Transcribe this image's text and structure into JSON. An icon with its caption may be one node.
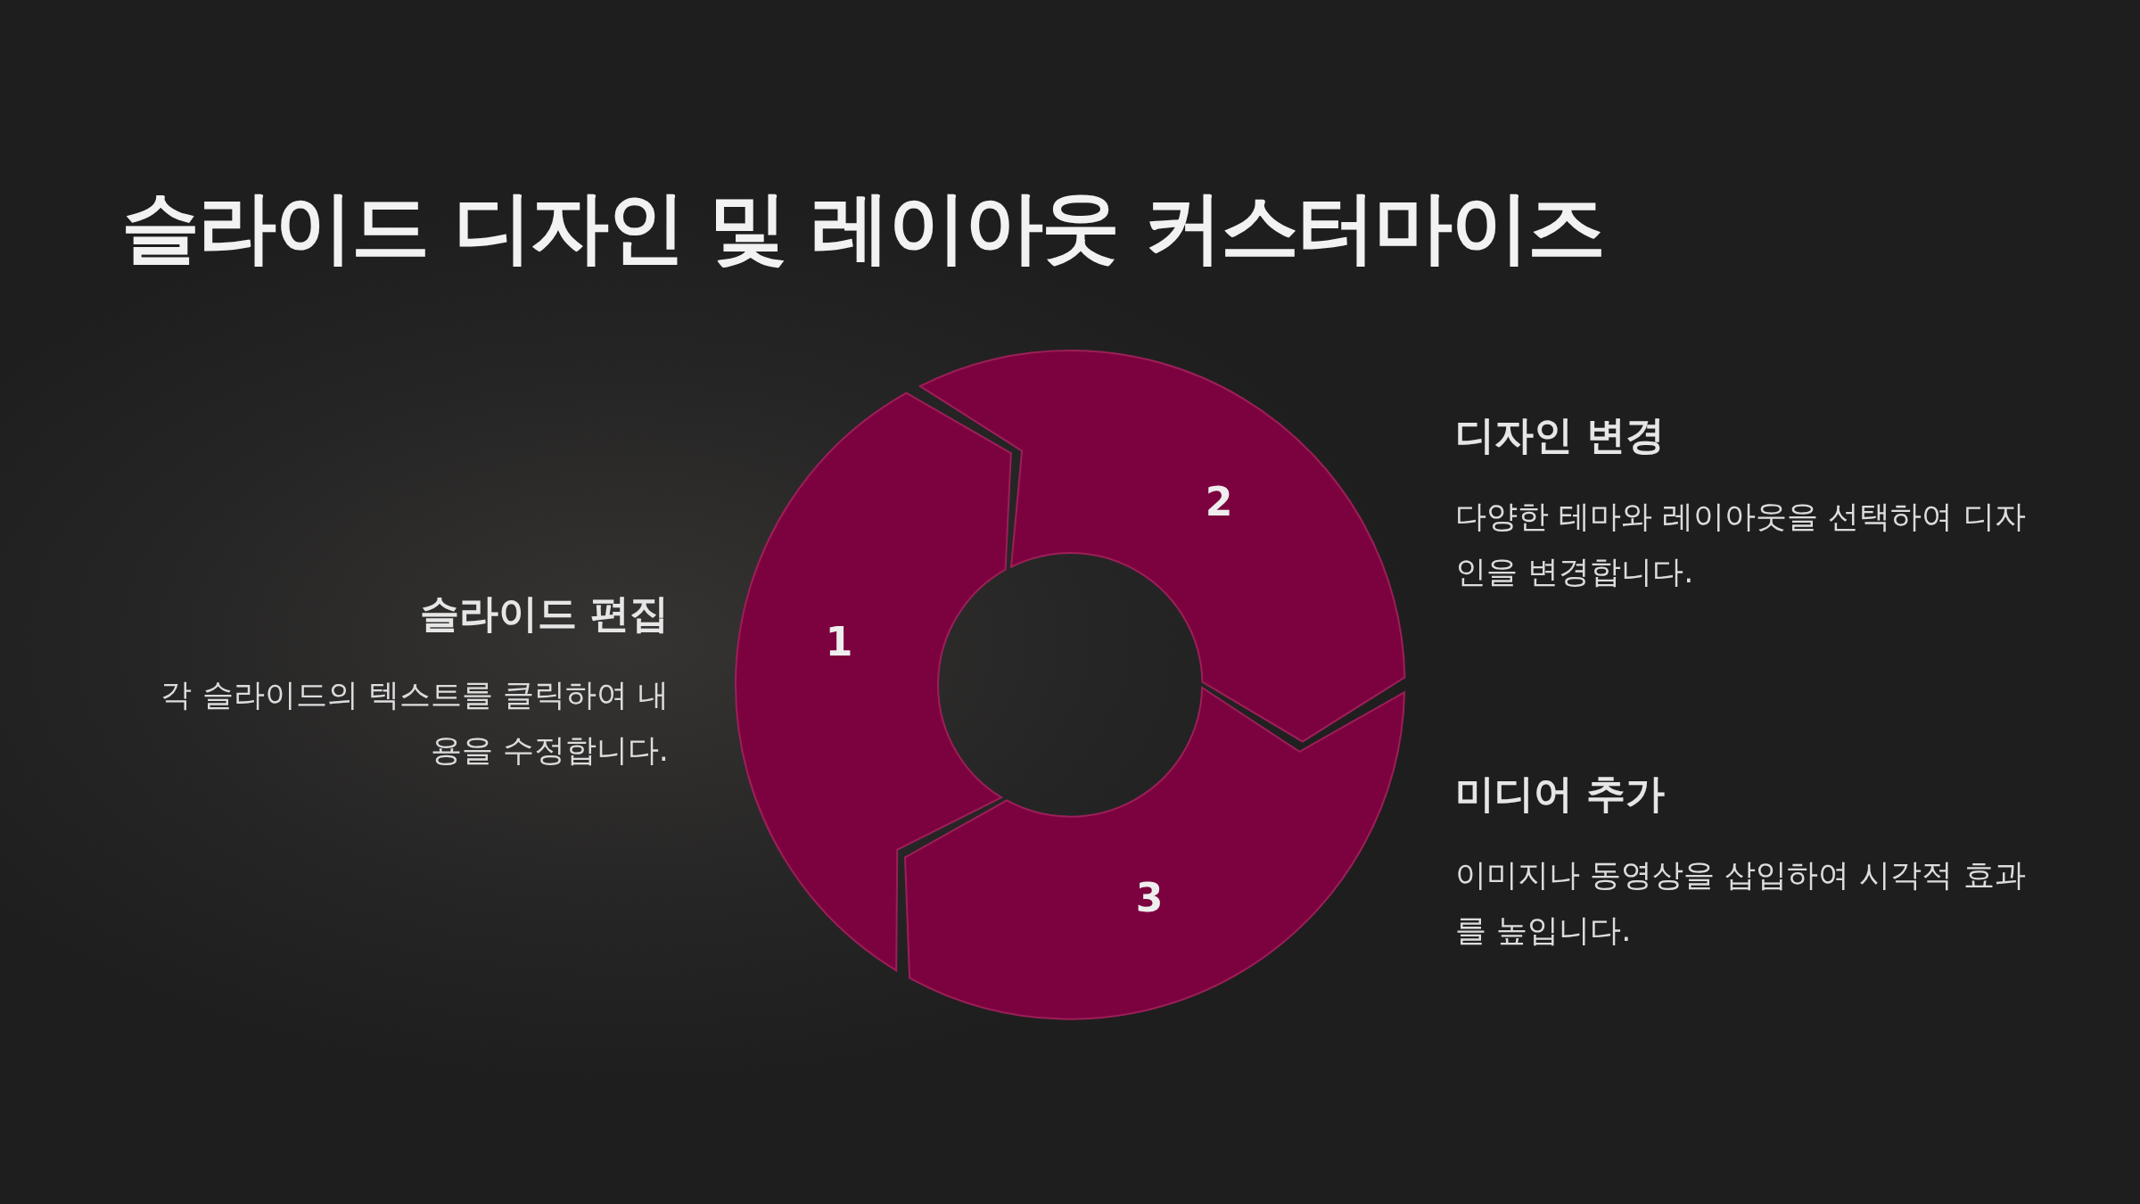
{
  "diagram": {
    "title": "슬라이드 디자인 및 레이아웃 커스터마이즈",
    "nodes": [
      {
        "text": [
          "1"
        ],
        "beside": [
          "슬라이드 편집",
          "각 슬라이드의 텍스트를 클릭하여 내용을 수정합니다."
        ]
      },
      {
        "text": [
          "2"
        ],
        "beside": [
          "디자인 변경",
          "다양한 테마와 레이아웃을 선택하여 디자인을 변경합니다."
        ]
      },
      {
        "text": [
          "3"
        ],
        "beside": [
          "미디어 추가",
          "이미지나 동영상을 삽입하여 시각적 효과를 높입니다."
        ]
      }
    ]
  }
}
